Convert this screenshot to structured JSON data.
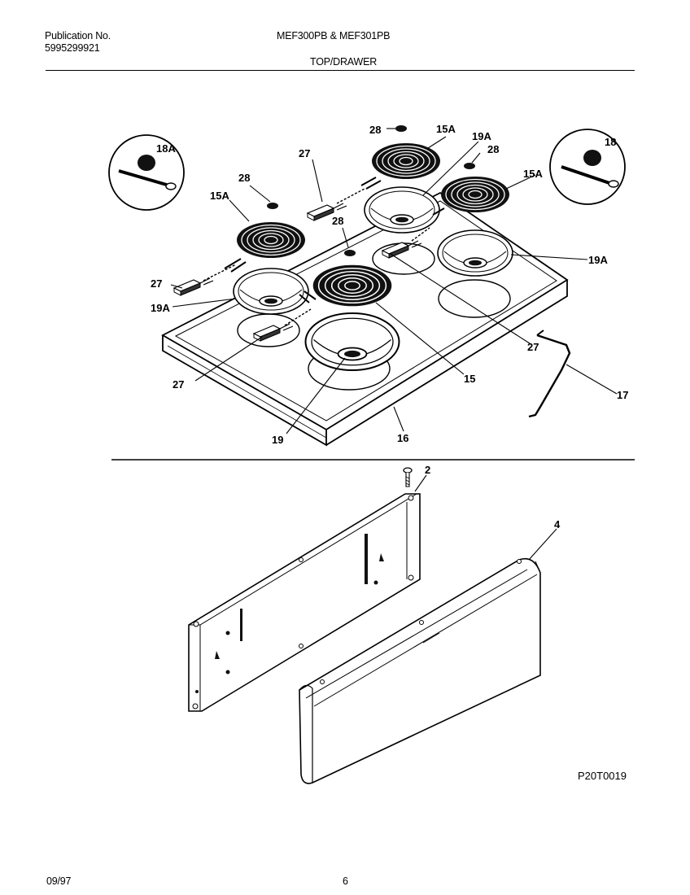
{
  "header": {
    "publication_label": "Publication No.",
    "publication_number": "5995299921",
    "models": "MEF300PB & MEF301PB",
    "section_title": "TOP/DRAWER"
  },
  "callouts": {
    "c18A": "18A",
    "c18": "18",
    "c28_top": "28",
    "c15A_top": "15A",
    "c19A_top": "19A",
    "c28_right": "28",
    "c15A_right": "15A",
    "c27_top": "27",
    "c28_left": "28",
    "c15A_left": "15A",
    "c28_mid": "28",
    "c19A_right": "19A",
    "c27_left": "27",
    "c19A_left": "19A",
    "c27_bottom": "27",
    "c27_right": "27",
    "c15": "15",
    "c17": "17",
    "c19": "19",
    "c16": "16",
    "c2": "2",
    "c4": "4"
  },
  "figure_code": "P20T0019",
  "footer": {
    "date": "09/97",
    "page": "6"
  }
}
